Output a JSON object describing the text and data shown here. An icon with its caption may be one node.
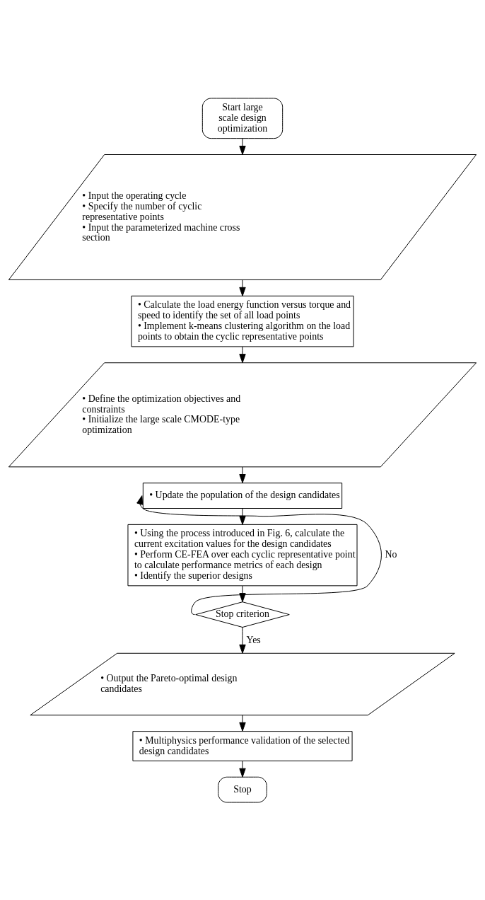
{
  "diagram": {
    "nodes": [
      {
        "text": [
          "Start large scale design optimization"
        ]
      },
      {
        "text": [
          "• Input the operating cycle",
          "• Specify the number of cyclic representative points",
          "• Input the parameterized machine cross section"
        ]
      },
      {
        "text": [
          "• Calculate the load energy function versus torque and speed to identify the set of all load points",
          "• Implement k-means clustering algorithm on the load points to obtain the cyclic representative points"
        ]
      },
      {
        "text": [
          "• Define the optimization objectives and constraints",
          "• Initialize the large scale CMODE-type optimization"
        ]
      },
      {
        "text": [
          "• Update the population of the design candidates"
        ]
      },
      {
        "text": [
          "• Using the process introduced in Fig. 6, calculate the current excitation values for the design candidates",
          "• Perform CE-FEA over each cyclic representative point to calculate performance metrics of each design",
          "• Identify the superior designs"
        ]
      },
      {
        "text": [
          "Stop criterion"
        ]
      },
      {
        "text": [
          "• Output the Pareto-optimal design candidates"
        ]
      },
      {
        "text": [
          "• Multiphysics performance validation of the selected design candidates"
        ]
      },
      {
        "text": [
          "Stop"
        ]
      }
    ],
    "edges": [
      {
        "from": 0,
        "to": 1,
        "arrow": "to"
      },
      {
        "from": 1,
        "to": 2,
        "arrow": "to"
      },
      {
        "from": 2,
        "to": 3,
        "arrow": "to"
      },
      {
        "from": 3,
        "to": 4,
        "arrow": "to"
      },
      {
        "from": 4,
        "to": 5,
        "arrow": "to"
      },
      {
        "from": 5,
        "to": 6,
        "arrow": "to"
      },
      {
        "from": 6,
        "to": 4,
        "arrow": "to",
        "label": "No"
      },
      {
        "from": 6,
        "to": 7,
        "arrow": "to",
        "label": "Yes"
      },
      {
        "from": 7,
        "to": 8,
        "arrow": "to"
      },
      {
        "from": 8,
        "to": 9,
        "arrow": "to"
      }
    ]
  }
}
